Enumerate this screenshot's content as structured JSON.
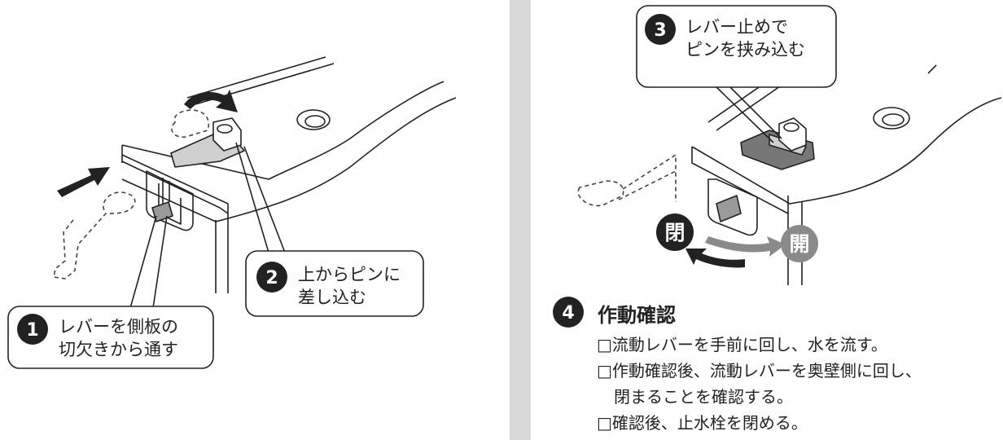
{
  "step1": {
    "number": "1",
    "line1": "レバーを側板の",
    "line2": "切欠きから通す"
  },
  "step2": {
    "number": "2",
    "line1": "上からピンに",
    "line2": "差し込む"
  },
  "step3": {
    "number": "3",
    "line1": "レバー止めで",
    "line2": "ピンを挟み込む"
  },
  "valve_labels": {
    "close": "閉",
    "open": "開"
  },
  "step4": {
    "number": "4",
    "title": "作動確認",
    "checkbox_glyph": "□",
    "items": [
      "流動レバーを手前に回し、水を流す。",
      "作動確認後、流動レバーを奥壁側に回し、",
      "閉まることを確認する。",
      "確認後、止水栓を閉める。"
    ]
  },
  "colors": {
    "divider": "#d9d9d9",
    "badge": "#222222",
    "open_badge": "#8a8a8a"
  }
}
